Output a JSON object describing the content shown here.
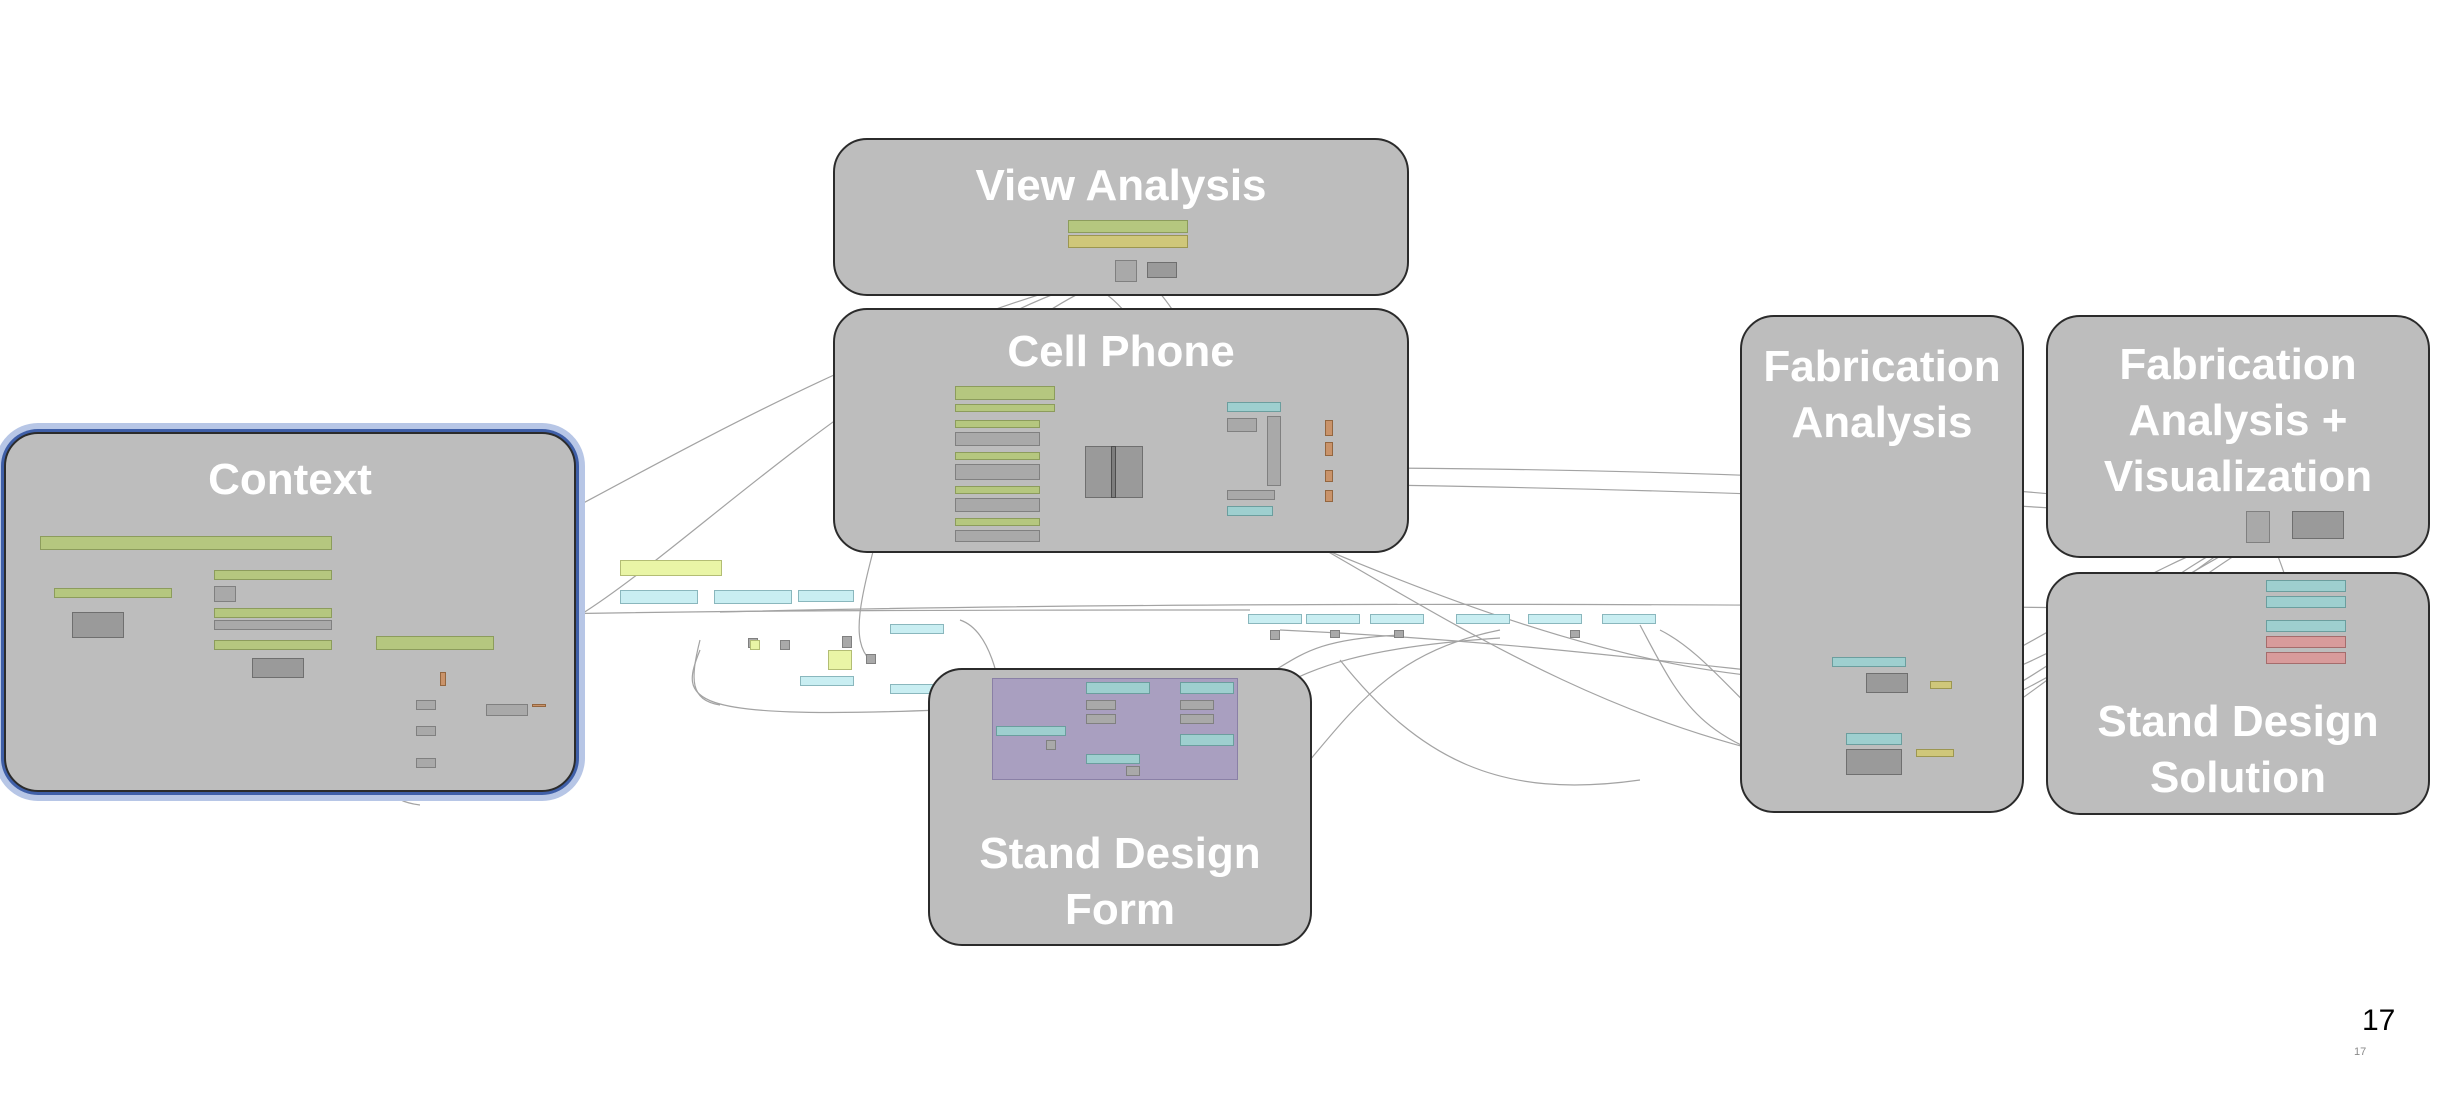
{
  "groups": {
    "view_analysis": "View Analysis",
    "cell_phone": "Cell Phone",
    "context": "Context",
    "stand_design_form": [
      "Stand Design",
      "Form"
    ],
    "fabrication_analysis": [
      "Fabrication",
      "Analysis"
    ],
    "fabrication_analysis_visualization": [
      "Fabrication",
      "Analysis +",
      "Visualization"
    ],
    "stand_design_solution": [
      "Stand Design",
      "Solution"
    ]
  },
  "colors": {
    "group_fill": "#bdbdbd",
    "group_border": "#2b2b2b",
    "group_title": "#ffffff",
    "selection_highlight": "#3f5fa8",
    "wire": "#9c9c9c"
  },
  "footer": {
    "page_number": "17",
    "page_number_small": "17"
  }
}
